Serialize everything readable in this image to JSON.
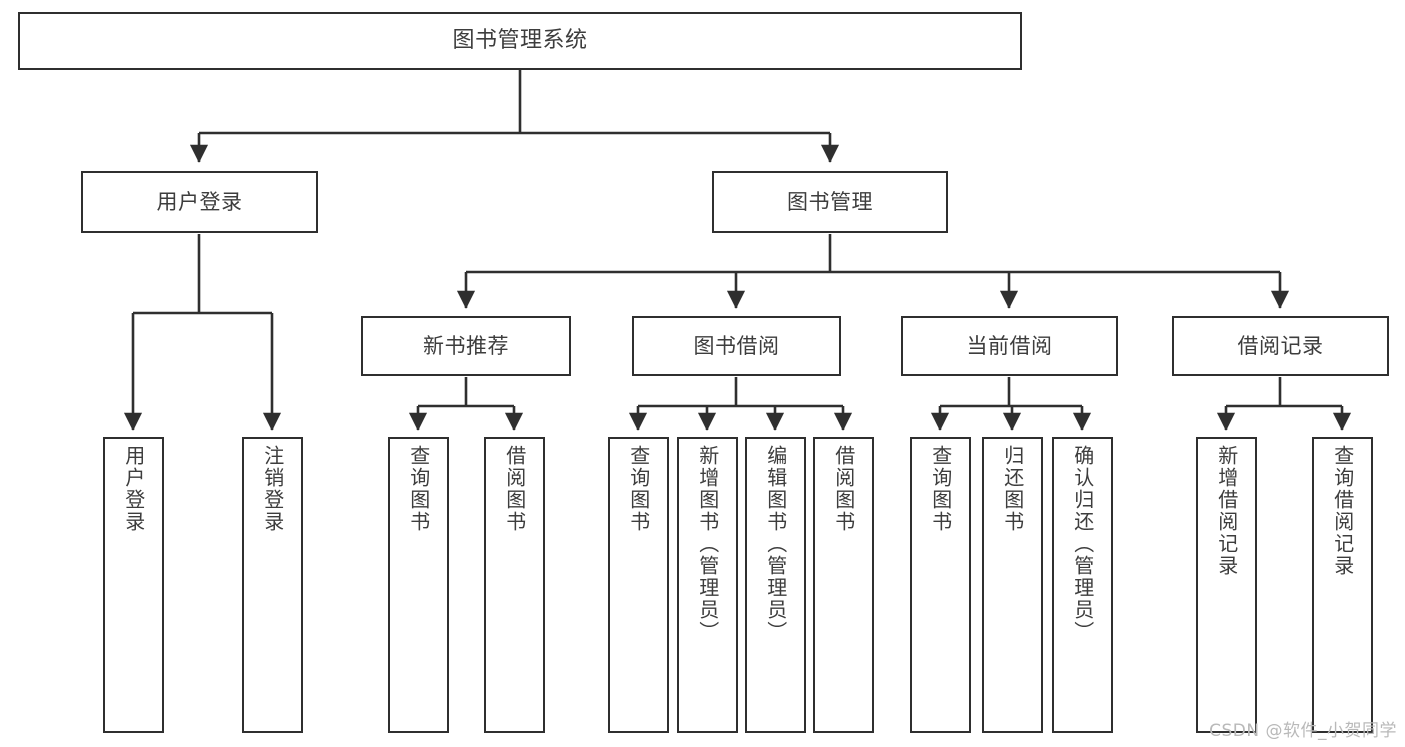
{
  "diagram": {
    "title": "图书管理系统",
    "type": "tree-hierarchy-chart",
    "watermark": "CSDN @软件_小贺同学",
    "colors": {
      "stroke": "#2f2f2f",
      "fill": "#ffffff",
      "text": "#3d3d3d",
      "watermark": "#b9b9b9"
    },
    "levels": {
      "level1": [
        {
          "id": "root",
          "label": "图书管理系统"
        }
      ],
      "level2": [
        {
          "id": "user-login",
          "label": "用户登录"
        },
        {
          "id": "book-manage",
          "label": "图书管理"
        }
      ],
      "level3": [
        {
          "id": "new-book-recommend",
          "label": "新书推荐"
        },
        {
          "id": "book-borrow",
          "label": "图书借阅"
        },
        {
          "id": "current-borrow",
          "label": "当前借阅"
        },
        {
          "id": "borrow-record",
          "label": "借阅记录"
        }
      ],
      "leaves": [
        {
          "id": "leaf-user-login",
          "label": "用户登录",
          "parent": "user-login"
        },
        {
          "id": "leaf-logout-login",
          "label": "注销登录",
          "parent": "user-login"
        },
        {
          "id": "leaf-query-book-1",
          "label": "查询图书",
          "parent": "new-book-recommend"
        },
        {
          "id": "leaf-borrow-book-1",
          "label": "借阅图书",
          "parent": "new-book-recommend"
        },
        {
          "id": "leaf-query-book-2",
          "label": "查询图书",
          "parent": "book-borrow"
        },
        {
          "id": "leaf-add-book",
          "label": "新增图书（管理员）",
          "parent": "book-borrow"
        },
        {
          "id": "leaf-edit-book",
          "label": "编辑图书（管理员）",
          "parent": "book-borrow"
        },
        {
          "id": "leaf-borrow-book-2",
          "label": "借阅图书",
          "parent": "book-borrow"
        },
        {
          "id": "leaf-query-book-3",
          "label": "查询图书",
          "parent": "current-borrow"
        },
        {
          "id": "leaf-return-book",
          "label": "归还图书",
          "parent": "current-borrow"
        },
        {
          "id": "leaf-confirm-return",
          "label": "确认归还（管理员）",
          "parent": "current-borrow"
        },
        {
          "id": "leaf-add-record",
          "label": "新增借阅记录",
          "parent": "borrow-record"
        },
        {
          "id": "leaf-query-record",
          "label": "查询借阅记录",
          "parent": "borrow-record"
        }
      ]
    }
  }
}
